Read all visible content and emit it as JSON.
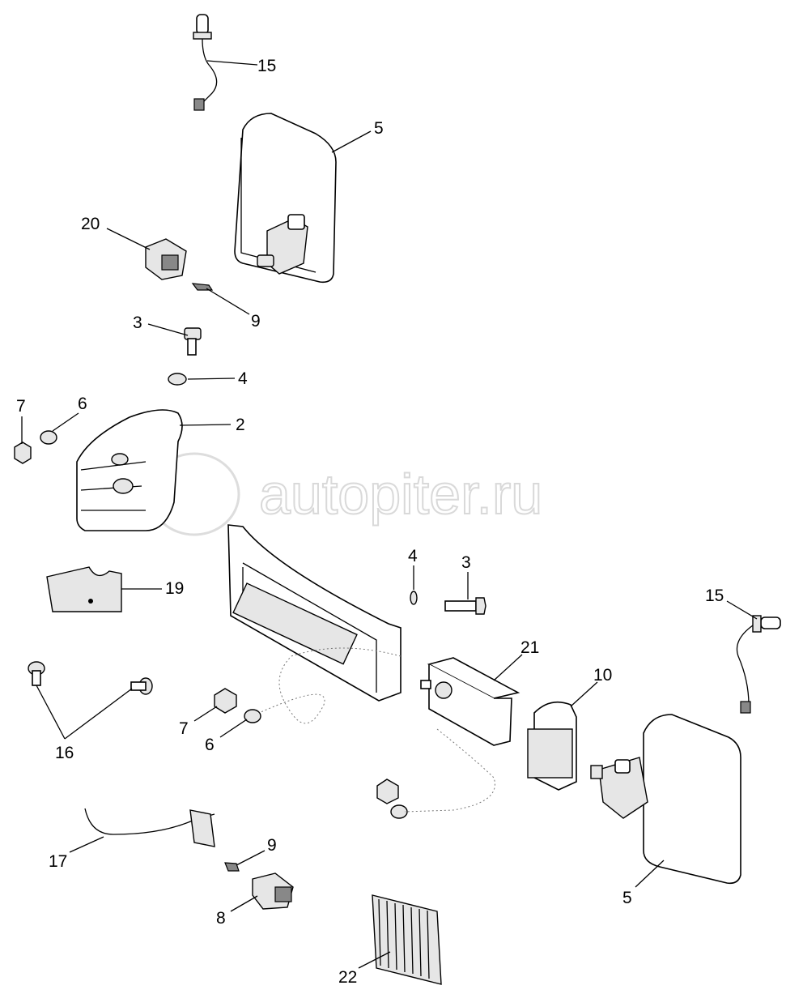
{
  "watermark": "autopiter.ru",
  "callouts": [
    {
      "id": "c15a",
      "label": "15"
    },
    {
      "id": "c5a",
      "label": "5"
    },
    {
      "id": "c20",
      "label": "20"
    },
    {
      "id": "c9a",
      "label": "9"
    },
    {
      "id": "c3a",
      "label": "3"
    },
    {
      "id": "c4a",
      "label": "4"
    },
    {
      "id": "c7a",
      "label": "7"
    },
    {
      "id": "c6a",
      "label": "6"
    },
    {
      "id": "c2",
      "label": "2"
    },
    {
      "id": "c19",
      "label": "19"
    },
    {
      "id": "c4b",
      "label": "4"
    },
    {
      "id": "c3b",
      "label": "3"
    },
    {
      "id": "c15b",
      "label": "15"
    },
    {
      "id": "c21",
      "label": "21"
    },
    {
      "id": "c10",
      "label": "10"
    },
    {
      "id": "c16",
      "label": "16"
    },
    {
      "id": "c7b",
      "label": "7"
    },
    {
      "id": "c6b",
      "label": "6"
    },
    {
      "id": "c17",
      "label": "17"
    },
    {
      "id": "c9b",
      "label": "9"
    },
    {
      "id": "c8",
      "label": "8"
    },
    {
      "id": "c5b",
      "label": "5"
    },
    {
      "id": "c22",
      "label": "22"
    }
  ]
}
